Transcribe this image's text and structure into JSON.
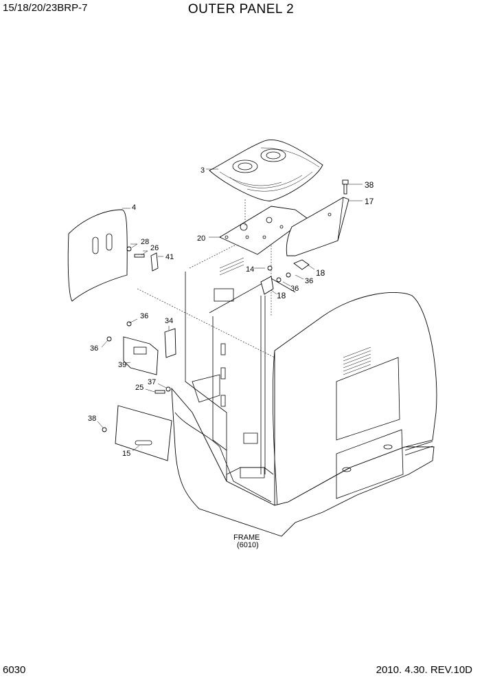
{
  "header": {
    "model": "15/18/20/23BRP-7",
    "title": "OUTER PANEL 2"
  },
  "footer": {
    "page_number": "6030",
    "revision": "2010. 4.30.  REV.10D"
  },
  "frame_label": {
    "line1": "FRAME",
    "line2": "(6010)"
  },
  "callouts": {
    "c3": "3",
    "c38a": "38",
    "c17": "17",
    "c4": "4",
    "c20": "20",
    "c28": "28",
    "c26": "26",
    "c41": "41",
    "c14": "14",
    "c18a": "18",
    "c36a": "36",
    "c36b": "36",
    "c18b": "18",
    "c36c": "36",
    "c34": "34",
    "c36d": "36",
    "c39": "39",
    "c37": "37",
    "c25": "25",
    "c38b": "38",
    "c15": "15"
  }
}
